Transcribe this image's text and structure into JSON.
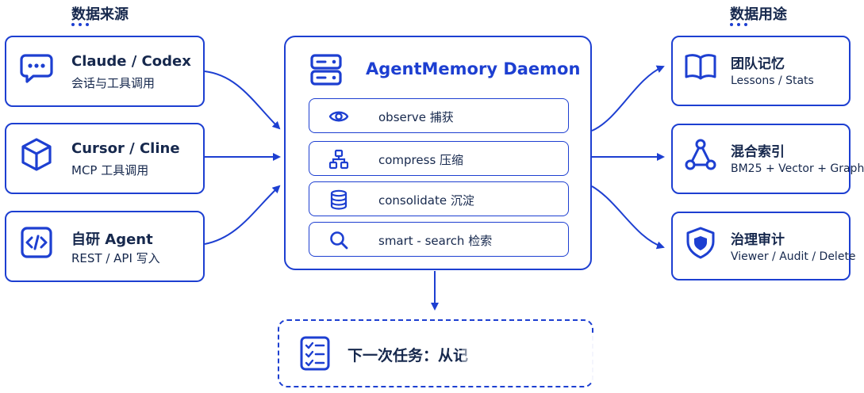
{
  "sources": {
    "title": "数据来源",
    "items": [
      {
        "title": "Claude / Codex",
        "subtitle": "会话与工具调用",
        "icon": "chat-bubble-icon"
      },
      {
        "title": "Cursor / Cline",
        "subtitle": "MCP 工具调用",
        "icon": "cube-icon"
      },
      {
        "title": "自研 Agent",
        "subtitle": "REST / API 写入",
        "icon": "code-icon"
      }
    ]
  },
  "daemon": {
    "title": "AgentMemory Daemon",
    "icon": "server-icon",
    "steps": [
      {
        "label": "observe  捕获",
        "icon": "eye-icon"
      },
      {
        "label": "compress  压缩",
        "icon": "hierarchy-icon"
      },
      {
        "label": "consolidate  沉淀",
        "icon": "database-icon"
      },
      {
        "label": "smart - search  检索",
        "icon": "search-icon"
      }
    ]
  },
  "uses": {
    "title": "数据用途",
    "items": [
      {
        "title": "团队记忆",
        "subtitle": "Lessons / Stats",
        "icon": "book-icon"
      },
      {
        "title": "混合索引",
        "subtitle": "BM25 + Vector + Graph",
        "icon": "graph-icon"
      },
      {
        "title": "治理审计",
        "subtitle": "Viewer / Audit / Delete",
        "icon": "shield-icon"
      }
    ]
  },
  "next_task": {
    "text": "下一次任务：从记",
    "icon": "checklist-icon"
  },
  "colors": {
    "accent": "#1d3fd1",
    "text": "#16284d"
  }
}
